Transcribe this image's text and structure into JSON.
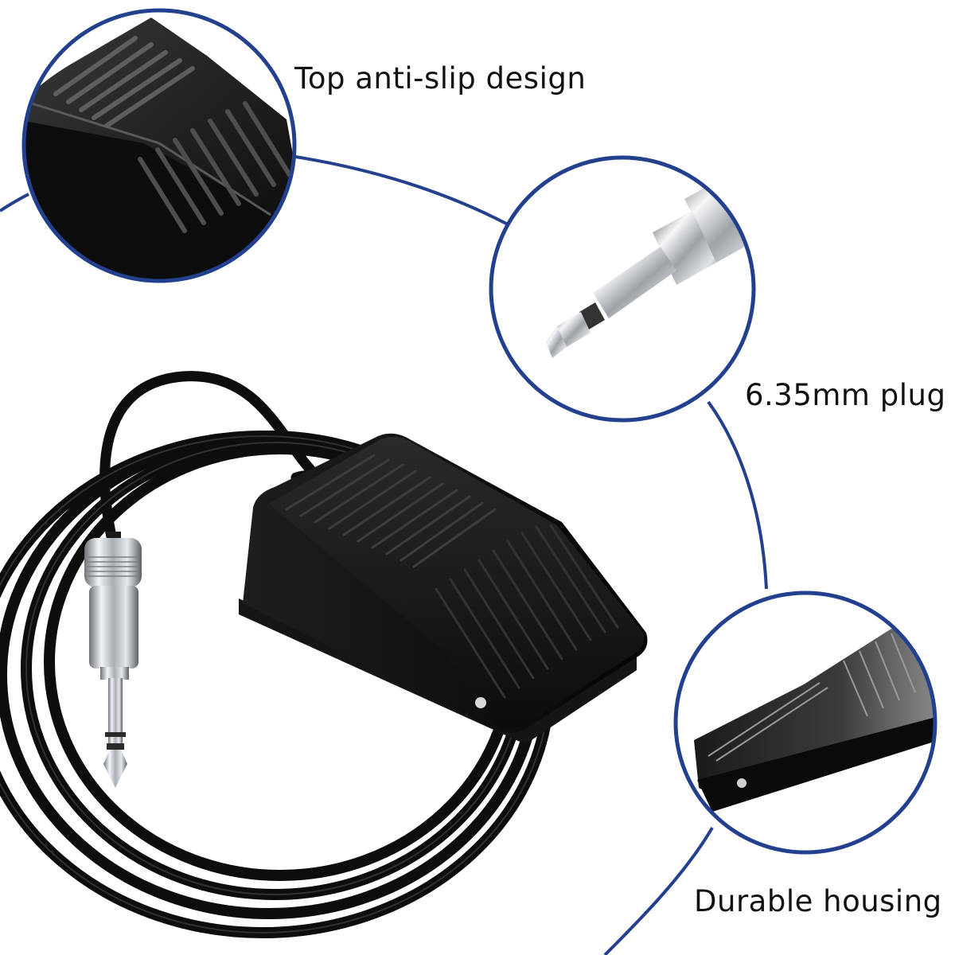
{
  "captions": {
    "top_design": "Top anti-slip design",
    "plug": "6.35mm plug",
    "housing": "Durable housing"
  },
  "colors": {
    "ring": "#23408e",
    "pedal": "#141414",
    "cable": "#0d0d0d",
    "chrome": "#c8ccd0",
    "background": "#ffffff"
  }
}
